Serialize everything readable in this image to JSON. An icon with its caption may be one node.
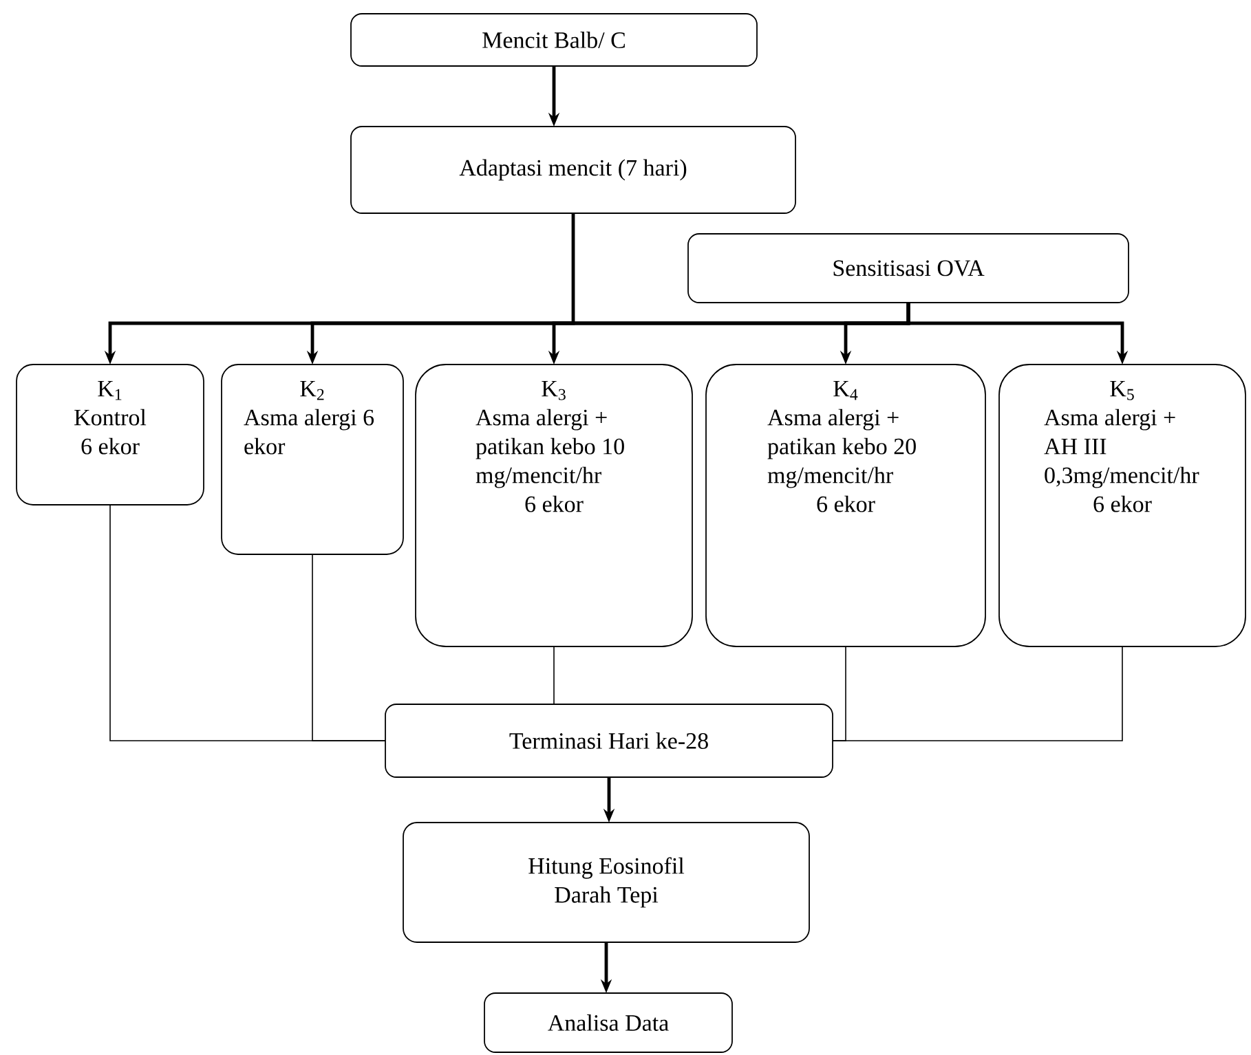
{
  "diagram": {
    "nodes": [
      {
        "text": [
          "Mencit Balb/ C"
        ]
      },
      {
        "text": [
          "Adaptasi mencit (7 hari)"
        ]
      },
      {
        "text": [
          "Sensitisasi OVA"
        ]
      },
      {
        "text": [
          "K$_{1}$",
          "Kontrol 6 ekor"
        ]
      },
      {
        "text": [
          "K$_{2}$",
          "Asma alergi 6 ekor"
        ]
      },
      {
        "text": [
          "K$_{3}$",
          "Asma alergi + patikan kebo 10 mg/mencit/hr",
          "6 ekor"
        ]
      },
      {
        "text": [
          "K$_{4}$",
          "Asma alergi + patikan kebo 20 mg/mencit/hr",
          "6 ekor"
        ]
      },
      {
        "text": [
          "K$_{5}$",
          "Asma alergi + AH III 0,3mg/mencit/hr",
          "6 ekor"
        ]
      },
      {
        "text": [
          "Terminasi Hari ke-28"
        ]
      },
      {
        "text": [
          "Hitung Eosinofil Darah Tepi"
        ]
      },
      {
        "text": [
          "Analisa Data"
        ]
      }
    ],
    "edges": [
      {
        "from": 0,
        "to": 1,
        "arrow": "to"
      },
      {
        "from": 1,
        "to": 3,
        "arrow": "to"
      },
      {
        "from": 2,
        "to": 4,
        "arrow": "to"
      },
      {
        "from": 2,
        "to": 5,
        "arrow": "to"
      },
      {
        "from": 2,
        "to": 6,
        "arrow": "to"
      },
      {
        "from": 2,
        "to": 7,
        "arrow": "to"
      },
      {
        "from": 3,
        "to": 8,
        "arrow": "none"
      },
      {
        "from": 4,
        "to": 8,
        "arrow": "none"
      },
      {
        "from": 5,
        "to": 8,
        "arrow": "none"
      },
      {
        "from": 6,
        "to": 8,
        "arrow": "none"
      },
      {
        "from": 7,
        "to": 8,
        "arrow": "none"
      },
      {
        "from": 8,
        "to": 9,
        "arrow": "to"
      },
      {
        "from": 9,
        "to": 10,
        "arrow": "to"
      }
    ]
  }
}
